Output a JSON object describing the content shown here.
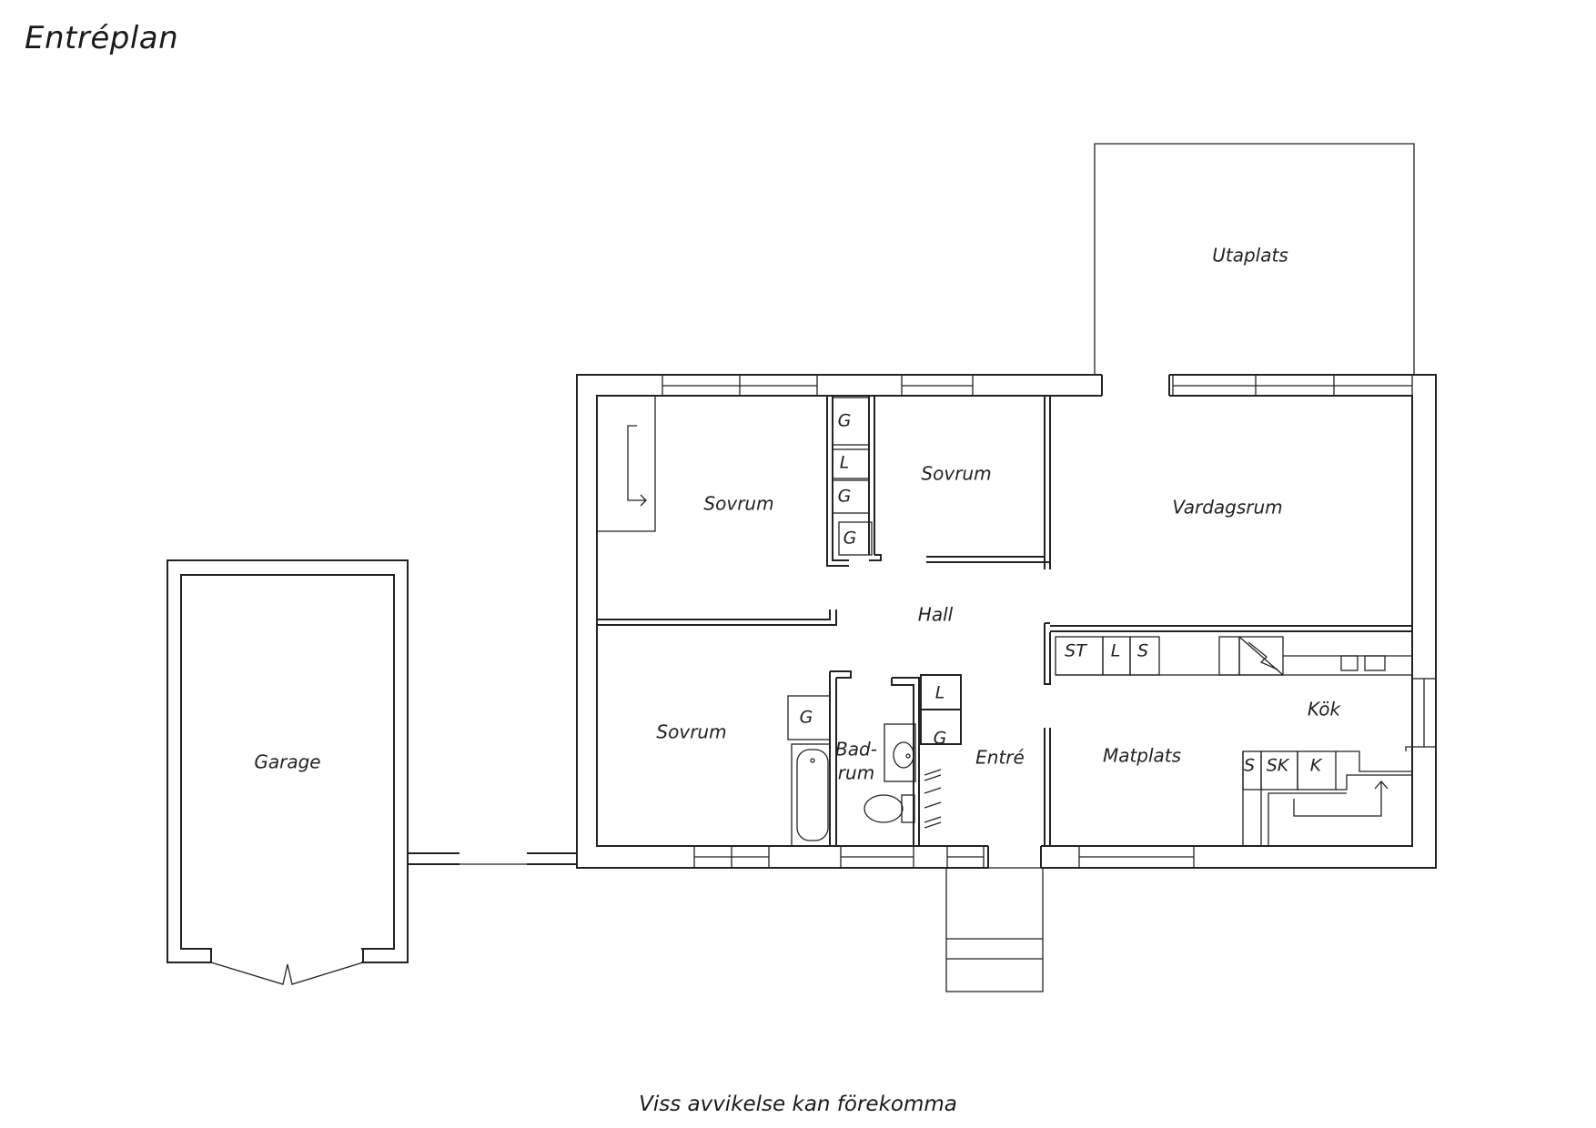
{
  "title": "Entréplan",
  "footer": "Viss avvikelse kan förekomma",
  "rooms": {
    "utaplats": "Utaplats",
    "sovrum_1": "Sovrum",
    "sovrum_2": "Sovrum",
    "sovrum_3": "Sovrum",
    "vardagsrum": "Vardagsrum",
    "hall": "Hall",
    "garage": "Garage",
    "badrum_line1": "Bad-",
    "badrum_line2": "rum",
    "entre": "Entré",
    "matplats": "Matplats",
    "kok": "Kök"
  },
  "fixtures": {
    "g": "G",
    "l": "L",
    "s": "S",
    "st": "ST",
    "sk": "SK",
    "k": "K"
  }
}
